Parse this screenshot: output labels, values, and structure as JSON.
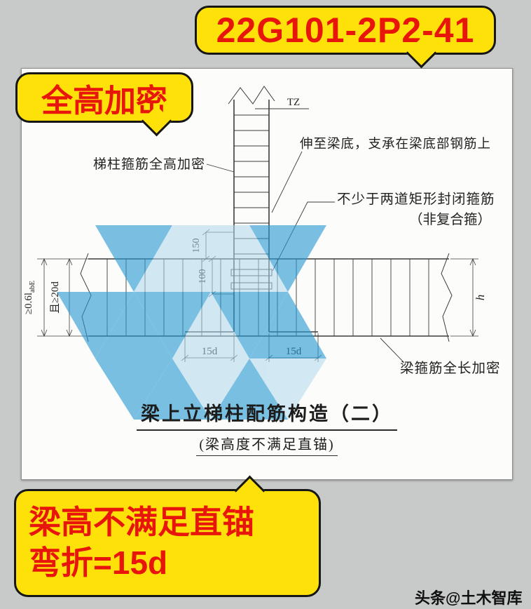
{
  "callouts": {
    "code": "22G101-2P2-41",
    "full_height": "全高加密",
    "bottom_line1": "梁高不满足直锚",
    "bottom_line2": "弯折=15d"
  },
  "credit": "头条@土木智库",
  "drawing": {
    "title": "梁上立梯柱配筋构造（二）",
    "subtitle": "(梁高度不满足直锚)",
    "labels": {
      "column_tag": "TZ",
      "reach_beam_bottom": "伸至梁底，支承在梁底部钢筋上",
      "column_stirrup_full_height": "梯柱箍筋全高加密",
      "closed_hoops": "不少于两道矩形封闭箍筋",
      "closed_hoops_note": "（非复合箍）",
      "beam_stirrup_full_length": "梁箍筋全长加密"
    },
    "dims": {
      "top_spacing": "150",
      "inner_spacing": "100",
      "hook_left": "15d",
      "hook_right": "15d",
      "beam_height": "h",
      "anchor_main": "≥0.6l",
      "anchor_sub": "abE",
      "anchor_alt": "且≥20d"
    },
    "colors": {
      "watermark_dark": "#2a9ad3",
      "watermark_light": "#aed9ef",
      "bubble_yellow": "#ffe10a",
      "callout_red": "#e8150b",
      "page_background": "#c8cac9"
    }
  }
}
